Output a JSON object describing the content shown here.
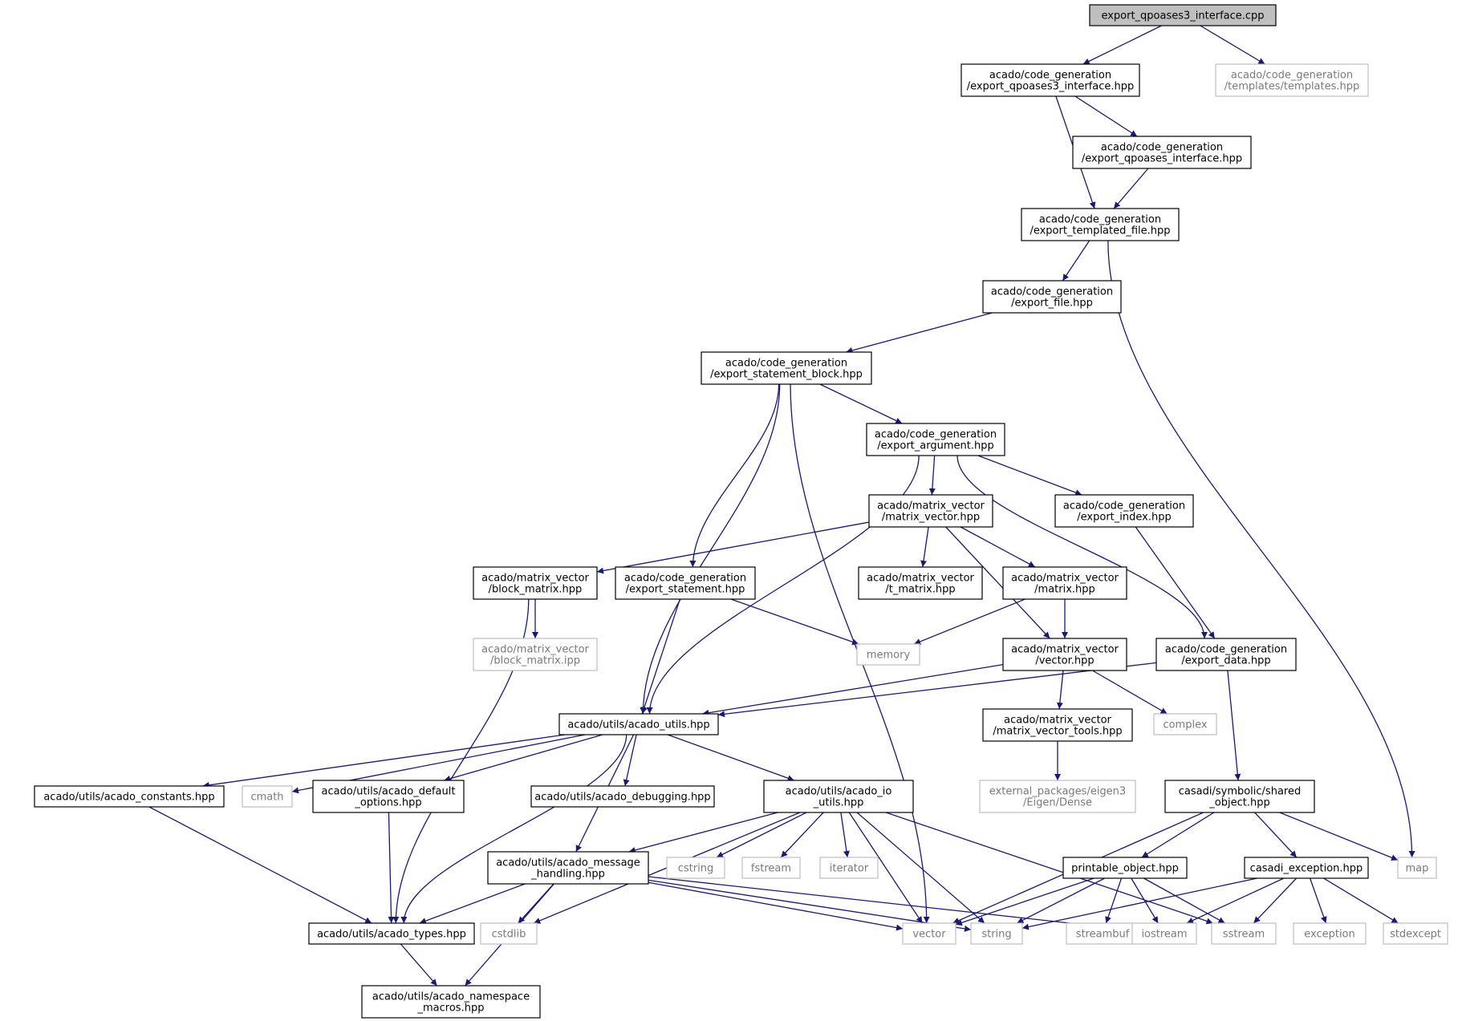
{
  "colors": {
    "edge": "#191970",
    "internal_border": "#000000",
    "external_border": "#bfbfbf",
    "root_fill": "#bfbfbf",
    "node_fill": "#ffffff",
    "external_text": "#7a7a7a"
  },
  "nodes": [
    {
      "id": "root",
      "lines": [
        "export_qpoases3_interface.cpp"
      ],
      "kind": "root"
    },
    {
      "id": "n_qp3i",
      "lines": [
        "acado/code_generation",
        "/export_qpoases3_interface.hpp"
      ],
      "kind": "internal"
    },
    {
      "id": "n_templates",
      "lines": [
        "acado/code_generation",
        "/templates/templates.hpp"
      ],
      "kind": "external"
    },
    {
      "id": "n_qpi",
      "lines": [
        "acado/code_generation",
        "/export_qpoases_interface.hpp"
      ],
      "kind": "internal"
    },
    {
      "id": "n_etf",
      "lines": [
        "acado/code_generation",
        "/export_templated_file.hpp"
      ],
      "kind": "internal"
    },
    {
      "id": "n_ef",
      "lines": [
        "acado/code_generation",
        "/export_file.hpp"
      ],
      "kind": "internal"
    },
    {
      "id": "n_esb",
      "lines": [
        "acado/code_generation",
        "/export_statement_block.hpp"
      ],
      "kind": "internal"
    },
    {
      "id": "n_ea",
      "lines": [
        "acado/code_generation",
        "/export_argument.hpp"
      ],
      "kind": "internal"
    },
    {
      "id": "n_mv",
      "lines": [
        "acado/matrix_vector",
        "/matrix_vector.hpp"
      ],
      "kind": "internal"
    },
    {
      "id": "n_ei",
      "lines": [
        "acado/code_generation",
        "/export_index.hpp"
      ],
      "kind": "internal"
    },
    {
      "id": "n_bm",
      "lines": [
        "acado/matrix_vector",
        "/block_matrix.hpp"
      ],
      "kind": "internal"
    },
    {
      "id": "n_es",
      "lines": [
        "acado/code_generation",
        "/export_statement.hpp"
      ],
      "kind": "internal"
    },
    {
      "id": "n_tm",
      "lines": [
        "acado/matrix_vector",
        "/t_matrix.hpp"
      ],
      "kind": "internal"
    },
    {
      "id": "n_mat",
      "lines": [
        "acado/matrix_vector",
        "/matrix.hpp"
      ],
      "kind": "internal"
    },
    {
      "id": "n_bmipp",
      "lines": [
        "acado/matrix_vector",
        "/block_matrix.ipp"
      ],
      "kind": "external"
    },
    {
      "id": "n_memory",
      "lines": [
        "memory"
      ],
      "kind": "external"
    },
    {
      "id": "n_vec",
      "lines": [
        "acado/matrix_vector",
        "/vector.hpp"
      ],
      "kind": "internal"
    },
    {
      "id": "n_ed",
      "lines": [
        "acado/code_generation",
        "/export_data.hpp"
      ],
      "kind": "internal"
    },
    {
      "id": "n_au",
      "lines": [
        "acado/utils/acado_utils.hpp"
      ],
      "kind": "internal"
    },
    {
      "id": "n_mvt",
      "lines": [
        "acado/matrix_vector",
        "/matrix_vector_tools.hpp"
      ],
      "kind": "internal"
    },
    {
      "id": "n_complex",
      "lines": [
        "complex"
      ],
      "kind": "external"
    },
    {
      "id": "n_eigen",
      "lines": [
        "external_packages/eigen3",
        "/Eigen/Dense"
      ],
      "kind": "external"
    },
    {
      "id": "n_const",
      "lines": [
        "acado/utils/acado_constants.hpp"
      ],
      "kind": "internal"
    },
    {
      "id": "n_cmath",
      "lines": [
        "cmath"
      ],
      "kind": "external"
    },
    {
      "id": "n_defopt",
      "lines": [
        "acado/utils/acado_default",
        "_options.hpp"
      ],
      "kind": "internal"
    },
    {
      "id": "n_debug",
      "lines": [
        "acado/utils/acado_debugging.hpp"
      ],
      "kind": "internal"
    },
    {
      "id": "n_io",
      "lines": [
        "acado/utils/acado_io",
        "_utils.hpp"
      ],
      "kind": "internal"
    },
    {
      "id": "n_so",
      "lines": [
        "casadi/symbolic/shared",
        "_object.hpp"
      ],
      "kind": "internal"
    },
    {
      "id": "n_msg",
      "lines": [
        "acado/utils/acado_message",
        "_handling.hpp"
      ],
      "kind": "internal"
    },
    {
      "id": "n_cstring",
      "lines": [
        "cstring"
      ],
      "kind": "external"
    },
    {
      "id": "n_fstream",
      "lines": [
        "fstream"
      ],
      "kind": "external"
    },
    {
      "id": "n_iterator",
      "lines": [
        "iterator"
      ],
      "kind": "external"
    },
    {
      "id": "n_po",
      "lines": [
        "printable_object.hpp"
      ],
      "kind": "internal"
    },
    {
      "id": "n_ce",
      "lines": [
        "casadi_exception.hpp"
      ],
      "kind": "internal"
    },
    {
      "id": "n_map",
      "lines": [
        "map"
      ],
      "kind": "external"
    },
    {
      "id": "n_types",
      "lines": [
        "acado/utils/acado_types.hpp"
      ],
      "kind": "internal"
    },
    {
      "id": "n_cstdlib",
      "lines": [
        "cstdlib"
      ],
      "kind": "external"
    },
    {
      "id": "n_vector",
      "lines": [
        "vector"
      ],
      "kind": "external"
    },
    {
      "id": "n_string",
      "lines": [
        "string"
      ],
      "kind": "external"
    },
    {
      "id": "n_streambuf",
      "lines": [
        "streambuf"
      ],
      "kind": "external"
    },
    {
      "id": "n_iostream",
      "lines": [
        "iostream"
      ],
      "kind": "external"
    },
    {
      "id": "n_sstream",
      "lines": [
        "sstream"
      ],
      "kind": "external"
    },
    {
      "id": "n_exception",
      "lines": [
        "exception"
      ],
      "kind": "external"
    },
    {
      "id": "n_stdexcept",
      "lines": [
        "stdexcept"
      ],
      "kind": "external"
    },
    {
      "id": "n_ns",
      "lines": [
        "acado/utils/acado_namespace",
        "_macros.hpp"
      ],
      "kind": "internal"
    }
  ],
  "edges": [
    [
      "root",
      "n_qp3i"
    ],
    [
      "root",
      "n_templates"
    ],
    [
      "n_qp3i",
      "n_qpi"
    ],
    [
      "n_qp3i",
      "n_etf"
    ],
    [
      "n_qpi",
      "n_etf"
    ],
    [
      "n_etf",
      "n_ef"
    ],
    [
      "n_etf",
      "n_map"
    ],
    [
      "n_ef",
      "n_esb"
    ],
    [
      "n_esb",
      "n_ea"
    ],
    [
      "n_esb",
      "n_es"
    ],
    [
      "n_esb",
      "n_au"
    ],
    [
      "n_esb",
      "n_vector"
    ],
    [
      "n_ea",
      "n_mv"
    ],
    [
      "n_ea",
      "n_ei"
    ],
    [
      "n_ea",
      "n_ed"
    ],
    [
      "n_ea",
      "n_au"
    ],
    [
      "n_mv",
      "n_bm"
    ],
    [
      "n_mv",
      "n_tm"
    ],
    [
      "n_mv",
      "n_mat"
    ],
    [
      "n_mv",
      "n_vec"
    ],
    [
      "n_ei",
      "n_ed"
    ],
    [
      "n_bm",
      "n_bmipp"
    ],
    [
      "n_bm",
      "n_types"
    ],
    [
      "n_es",
      "n_memory"
    ],
    [
      "n_es",
      "n_au"
    ],
    [
      "n_mat",
      "n_memory"
    ],
    [
      "n_mat",
      "n_vec"
    ],
    [
      "n_vec",
      "n_au"
    ],
    [
      "n_vec",
      "n_mvt"
    ],
    [
      "n_vec",
      "n_complex"
    ],
    [
      "n_ed",
      "n_au"
    ],
    [
      "n_ed",
      "n_so"
    ],
    [
      "n_mvt",
      "n_eigen"
    ],
    [
      "n_au",
      "n_const"
    ],
    [
      "n_au",
      "n_cmath"
    ],
    [
      "n_au",
      "n_defopt"
    ],
    [
      "n_au",
      "n_debug"
    ],
    [
      "n_au",
      "n_io"
    ],
    [
      "n_au",
      "n_msg"
    ],
    [
      "n_au",
      "n_types"
    ],
    [
      "n_const",
      "n_types"
    ],
    [
      "n_defopt",
      "n_types"
    ],
    [
      "n_io",
      "n_msg"
    ],
    [
      "n_io",
      "n_cstring"
    ],
    [
      "n_io",
      "n_fstream"
    ],
    [
      "n_io",
      "n_iterator"
    ],
    [
      "n_io",
      "n_vector"
    ],
    [
      "n_io",
      "n_string"
    ],
    [
      "n_io",
      "n_sstream"
    ],
    [
      "n_io",
      "n_cstdlib"
    ],
    [
      "n_msg",
      "n_types"
    ],
    [
      "n_msg",
      "n_cstdlib"
    ],
    [
      "n_msg",
      "n_vector"
    ],
    [
      "n_msg",
      "n_string"
    ],
    [
      "n_msg",
      "n_iostream"
    ],
    [
      "n_msg",
      "n_ns"
    ],
    [
      "n_so",
      "n_po"
    ],
    [
      "n_so",
      "n_ce"
    ],
    [
      "n_so",
      "n_map"
    ],
    [
      "n_so",
      "n_vector"
    ],
    [
      "n_po",
      "n_vector"
    ],
    [
      "n_po",
      "n_string"
    ],
    [
      "n_po",
      "n_streambuf"
    ],
    [
      "n_po",
      "n_iostream"
    ],
    [
      "n_po",
      "n_sstream"
    ],
    [
      "n_ce",
      "n_string"
    ],
    [
      "n_ce",
      "n_iostream"
    ],
    [
      "n_ce",
      "n_sstream"
    ],
    [
      "n_ce",
      "n_exception"
    ],
    [
      "n_ce",
      "n_stdexcept"
    ],
    [
      "n_types",
      "n_ns"
    ]
  ]
}
